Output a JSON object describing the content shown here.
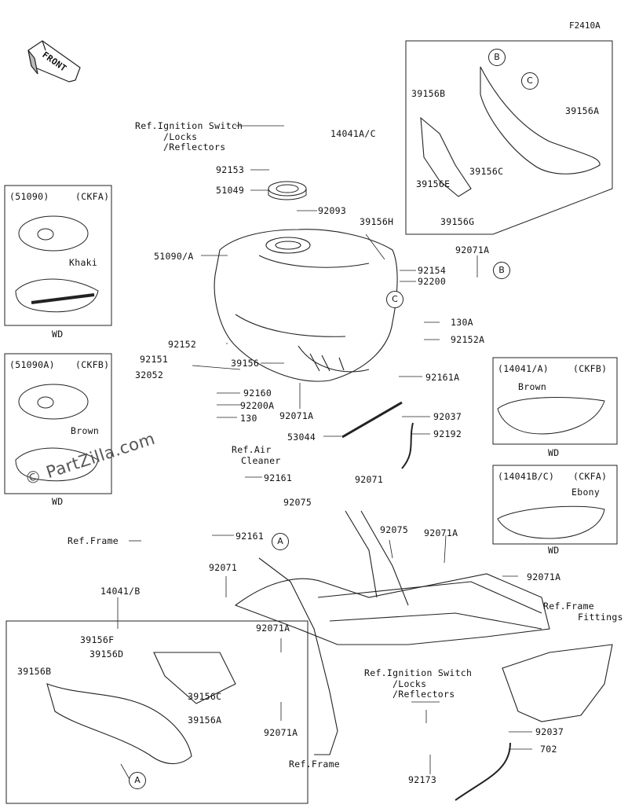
{
  "figure_code": "F2410A",
  "front_tag": "FRONT",
  "watermark": "© PartZilla.com",
  "ref_ignition_top": [
    "Ref.Ignition Switch",
    "/Locks",
    "/Reflectors"
  ],
  "ref_ignition_bottom": [
    "Ref.Ignition Switch",
    "/Locks",
    "/Reflectors"
  ],
  "ref_air_cleaner": [
    "Ref.Air",
    "Cleaner"
  ],
  "ref_frame_fittings": [
    "Ref.Frame",
    "Fittings"
  ],
  "ref_frame_left": "Ref.Frame",
  "ref_frame_bottom": "Ref.Frame",
  "callouts": {
    "a1": "A",
    "a2": "A",
    "b1": "B",
    "b2": "B",
    "c1": "C",
    "c2": "C"
  },
  "variants": {
    "v1": {
      "code": "(51090)",
      "model": "(CKFA)",
      "color": "Khaki",
      "wd": "WD"
    },
    "v2": {
      "code": "(51090A)",
      "model": "(CKFB)",
      "color": "Brown",
      "wd": "WD"
    },
    "v3": {
      "code": "(14041/A)",
      "model": "(CKFB)",
      "color": "Brown",
      "wd": "WD"
    },
    "v4": {
      "code": "(14041B/C)",
      "model": "(CKFA)",
      "color": "Ebony",
      "wd": "WD"
    }
  },
  "parts": {
    "p92153": "92153",
    "p51049": "51049",
    "p92093": "92093",
    "p14041ac": "14041A/C",
    "p39156b_top": "39156B",
    "p39156a_top": "39156A",
    "p39156c_top": "39156C",
    "p39156e": "39156E",
    "p39156g": "39156G",
    "p39156h": "39156H",
    "p51090a": "51090/A",
    "p92071a_1": "92071A",
    "p92154": "92154",
    "p92200": "92200",
    "p130a": "130A",
    "p92152a": "92152A",
    "p92152": "92152",
    "p92151": "92151",
    "p32052": "32052",
    "p39156": "39156",
    "p92161a": "92161A",
    "p92160": "92160",
    "p92200a": "92200A",
    "p130": "130",
    "p92071a_2": "92071A",
    "p92037_1": "92037",
    "p53044": "53044",
    "p92192": "92192",
    "p92161_1": "92161",
    "p92071_1": "92071",
    "p92075_1": "92075",
    "p92075_2": "92075",
    "p92071a_3": "92071A",
    "p92161_2": "92161",
    "p92071_2": "92071",
    "p92071a_4": "92071A",
    "p14041b": "14041/B",
    "p39156f": "39156F",
    "p39156d": "39156D",
    "p39156b_bot": "39156B",
    "p39156c_bot": "39156C",
    "p39156a_bot": "39156A",
    "p92071a_5": "92071A",
    "p92071a_6": "92071A",
    "p92037_2": "92037",
    "p702": "702",
    "p92173": "92173"
  }
}
